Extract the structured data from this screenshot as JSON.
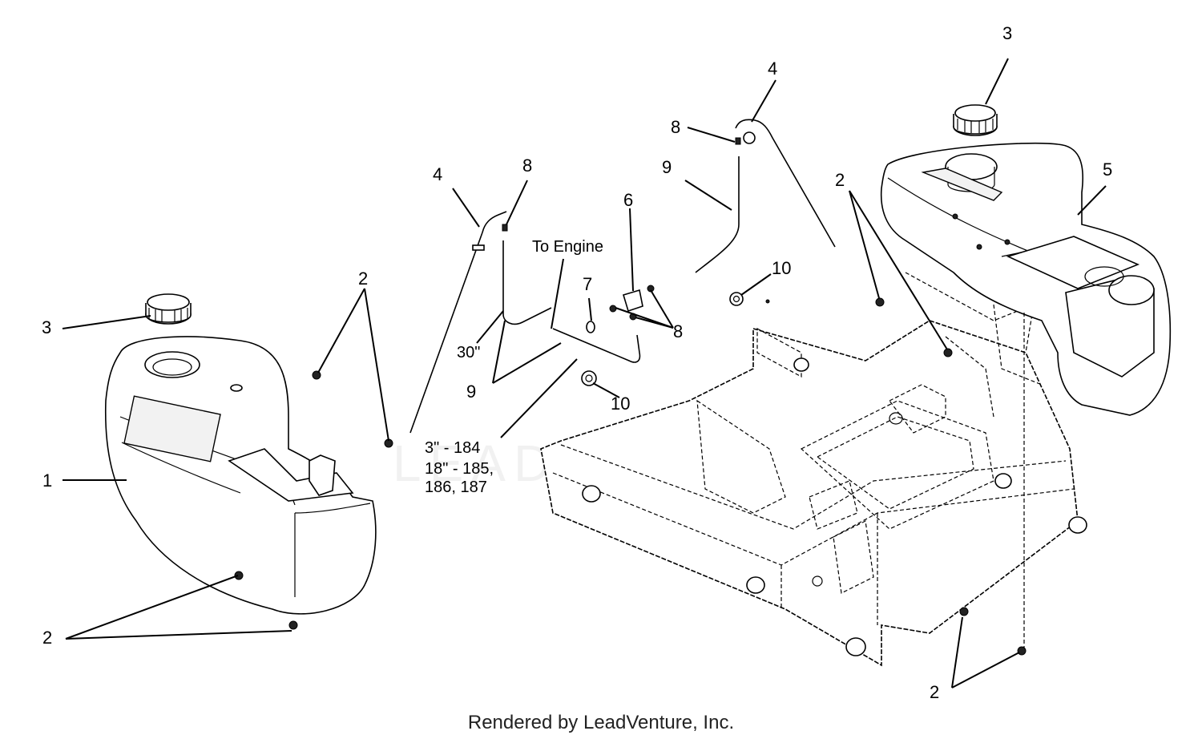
{
  "diagram": {
    "callouts": {
      "c1": "1",
      "c2a": "2",
      "c2b": "2",
      "c2c": "2",
      "c2d": "2",
      "c3a": "3",
      "c3b": "3",
      "c4a": "4",
      "c4b": "4",
      "c5": "5",
      "c6": "6",
      "c7": "7",
      "c8a": "8",
      "c8b": "8",
      "c8c": "8",
      "c9a": "9",
      "c9b": "9",
      "c10a": "10",
      "c10b": "10"
    },
    "notes": {
      "to_engine": "To Engine",
      "length_30": "30\"",
      "hose_3in": "3\" - 184",
      "hose_18in_line1": "18\" - 185,",
      "hose_18in_line2": "186, 187"
    },
    "watermark": "LEADVENTURE"
  },
  "footer": {
    "credit": "Rendered by LeadVenture, Inc."
  }
}
